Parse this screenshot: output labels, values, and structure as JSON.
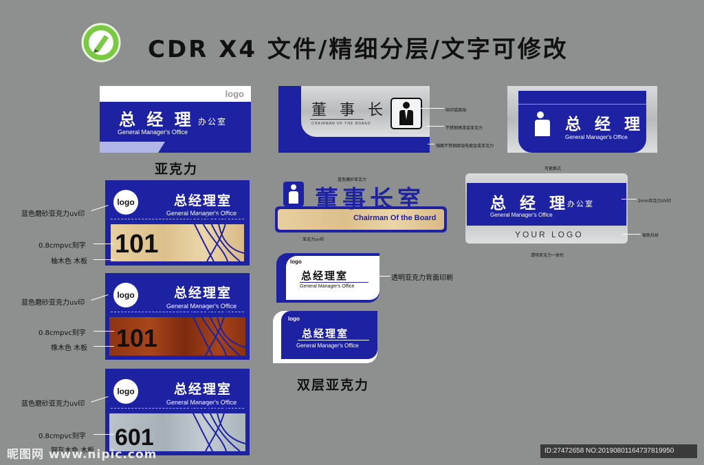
{
  "header": {
    "title": "CDR X4 文件/精细分层/文字可修改"
  },
  "colors": {
    "background": "#8e9090",
    "brand_blue": "#1d22a3",
    "logo_green": "#7ac943"
  },
  "sign_acrylic": {
    "logo": "logo",
    "title": "总 经 理",
    "suffix": "办公室",
    "subtitle": "General Manager's Office",
    "caption": "亚克力"
  },
  "door_signs": [
    {
      "logo": "logo",
      "title": "总经理室",
      "subtitle": "General Manager's Office",
      "number": "101",
      "labels": [
        "蓝色磨砂亚克力uv印",
        "0.8cmpvc刻字",
        "柚木色 木板"
      ]
    },
    {
      "logo": "logo",
      "title": "总经理室",
      "subtitle": "General Manager's Office",
      "number": "101",
      "labels": [
        "蓝色磨砂亚克力uv印",
        "0.8cmpvc刻字",
        "橡木色 木板"
      ]
    },
    {
      "logo": "logo",
      "title": "总经理室",
      "subtitle": "General Manager's Office",
      "number": "601",
      "labels": [
        "蓝色磨砂亚克力uv印",
        "0.8cmpvc刻字",
        "铜灰木色 木板"
      ]
    }
  ],
  "chairman_steel": {
    "title": "董 事 长",
    "subtitle": "CHAIRMAN OF THE BOARD",
    "annotations": [
      "丝印或腐蚀",
      "不锈钢烤漆或亚克力",
      "镜面不锈钢腐蚀电镀金或亚克力"
    ]
  },
  "chairman_3d": {
    "title": "董事长室",
    "subtitle": "Chairman Of the Board",
    "annotations": [
      "蓝色磨砂亚克力",
      "亚克力uv印"
    ]
  },
  "gm_blue_card": {
    "title": "总 经 理",
    "subtitle": "General Manager's Office",
    "caption": "可更换式"
  },
  "gm_removable": {
    "title": "总 经 理",
    "suffix": "办公室",
    "subtitle": "General Manager's Office",
    "logo_text": "YOUR LOGO",
    "annotations": [
      "2mm亚克力UV印",
      "银色拉丝",
      "透明亚克力一体托"
    ]
  },
  "double_layer": {
    "signs": [
      {
        "logo": "logo",
        "title": "总经理室",
        "subtitle": "General Manager's Office"
      },
      {
        "logo": "logo",
        "title": "总经理室",
        "subtitle": "General Manager's Office"
      }
    ],
    "annotation": "透明亚克力背面印刷",
    "caption": "双层亚克力"
  },
  "watermark": {
    "left": "昵图网 www.nipic.com",
    "right": "ID:27472658 NO:20190801164737819950"
  }
}
